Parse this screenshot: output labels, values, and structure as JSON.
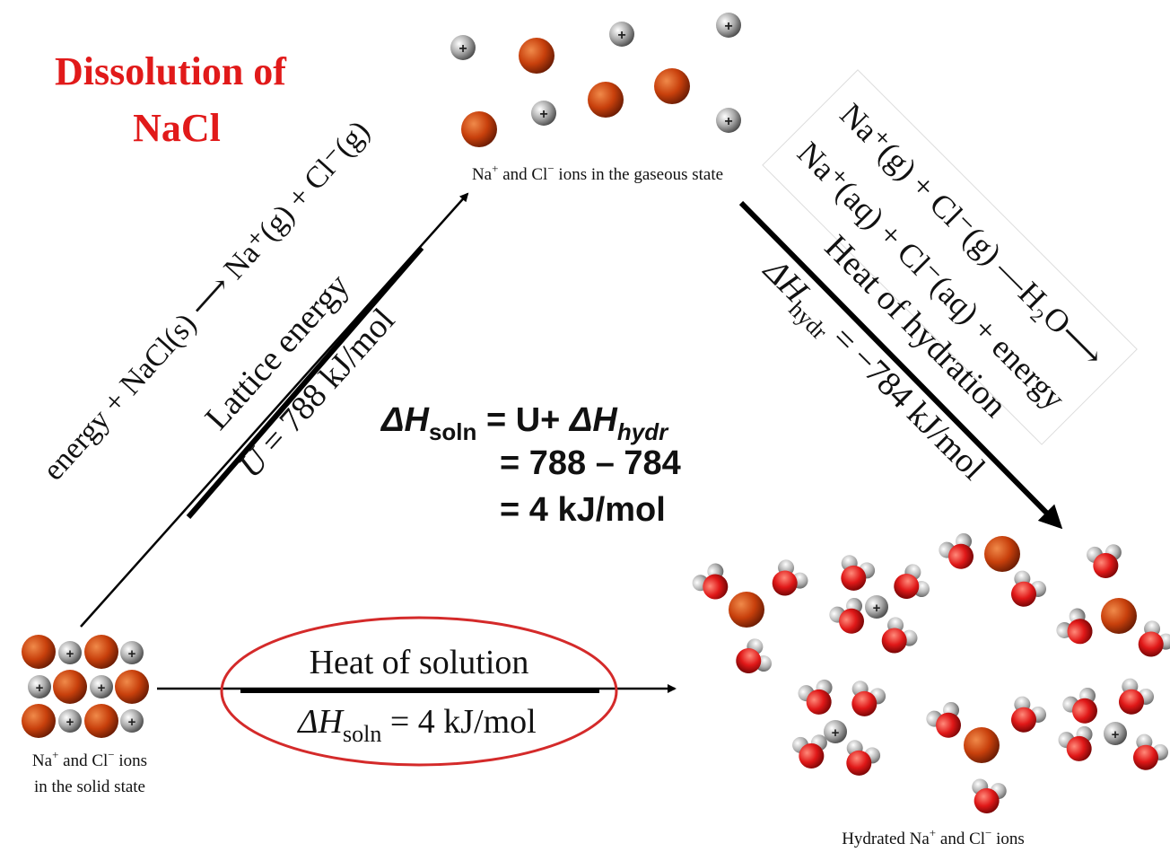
{
  "title": {
    "line1": "Dissolution of",
    "line2": "NaCl"
  },
  "gaseous_caption": {
    "prefix": "Na",
    "sup1": "+",
    "mid": " and Cl",
    "sup2": "−",
    "suffix": " ions in the gaseous state"
  },
  "solid_caption": {
    "line1_prefix": "Na",
    "line1_sup1": "+",
    "line1_mid": " and Cl",
    "line1_sup2": "−",
    "line1_suffix": " ions",
    "line2": "in the solid state"
  },
  "hydrated_caption": {
    "prefix": "Hydrated Na",
    "sup1": "+",
    "mid": " and Cl",
    "sup2": "−",
    "suffix": " ions"
  },
  "left_equation": "energy + NaCl(s) ⟶ Na⁺(g) + Cl⁻(g)",
  "lattice": {
    "label": "Lattice energy",
    "value_symbol": "U",
    "value_text": " = 788 kJ/mol"
  },
  "right_equation": {
    "line1": "Na⁺(g) + Cl⁻(g) —H₂O⟶",
    "line2": "Na⁺(aq) + Cl⁻(aq) + energy"
  },
  "hydration": {
    "label": "Heat of hydration",
    "symbol": "ΔH",
    "sub": "hydr",
    "value_text": " = −784 kJ/mol"
  },
  "bottom": {
    "label": "Heat of solution",
    "symbol": "ΔH",
    "sub": "soln",
    "value_text": " = 4 kJ/mol"
  },
  "calc": {
    "lhs_symbol": "ΔH",
    "lhs_sub": "soln",
    "eq1": " = U+ ",
    "rhs_symbol": "ΔH",
    "rhs_sub": "hydr",
    "line2": "= 788 – 784",
    "line3": "= 4 kJ/mol"
  },
  "colors": {
    "title_red": "#e11a1a",
    "na_ion": "#c8400c",
    "cl_ion": "#9a9a9a",
    "oxygen": "#e02020",
    "hydrogen": "#b0b0b0",
    "ellipse": "#d42a2a"
  },
  "icons": {
    "na_ion": "sodium-ion-sphere",
    "cl_ion": "chloride-ion-sphere",
    "water": "water-molecule"
  }
}
